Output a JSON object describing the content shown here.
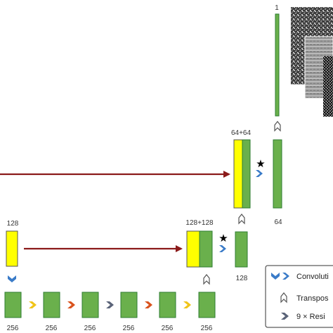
{
  "colors": {
    "green": "#6ab04c",
    "green_border": "#2e7d32",
    "yellow": "#ffff00",
    "arrow_red": "#8b1a1a",
    "conv_blue": "#3a7bc8",
    "resblock_yellow": "#f0c419",
    "resblock_orange": "#d9531e",
    "resblock_gray": "#5a6378"
  },
  "labels": {
    "top_channels": "1",
    "concat_upper": "64+64",
    "below_upper": "64",
    "concat_lower": "128+128",
    "below_lower": "128",
    "yellow_left": "128",
    "res1": "256",
    "res2": "256",
    "res3": "256",
    "res4": "256",
    "res5": "256",
    "res6": "256"
  },
  "symbols": {
    "star_upper": "★",
    "star_lower": "★"
  },
  "legend": {
    "conv": "Convoluti",
    "transpose": "Transpos",
    "resblock": "9 × Resi"
  },
  "icons": [
    "convolution-icon",
    "transpose-conv-icon",
    "residual-block-icon",
    "star-icon"
  ]
}
